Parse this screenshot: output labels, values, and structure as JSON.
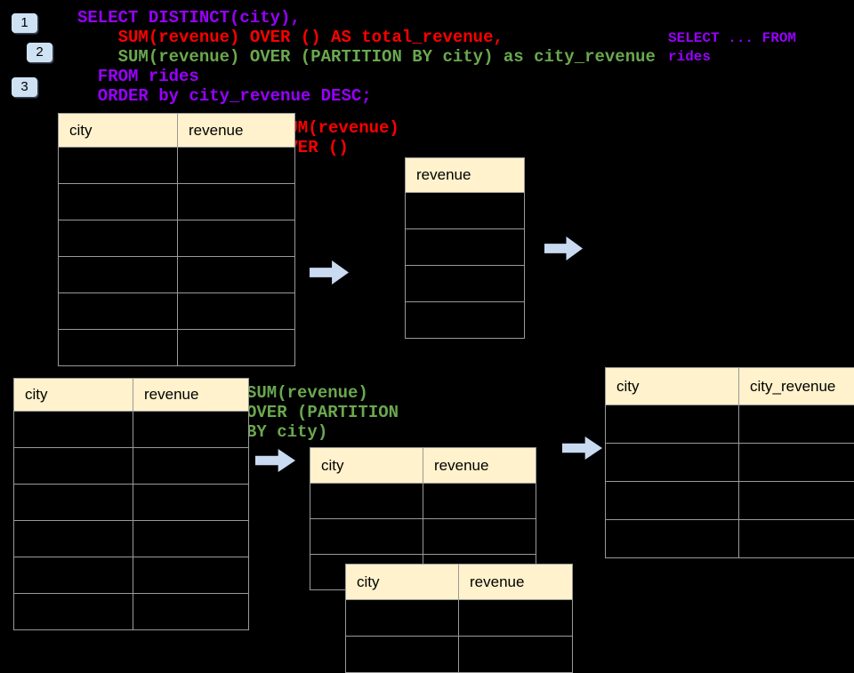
{
  "palette": {
    "background": "#000000",
    "code_purple": "#9900FF",
    "code_red": "#FF0000",
    "code_green": "#6AA84F",
    "table_header_fill": "#FFF2CC",
    "table_border": "#9A9A9A",
    "arrow_blue": "#C9DAF1",
    "badge_blue": "#CFE2F3"
  },
  "step_badges": [
    {
      "label": "1"
    },
    {
      "label": "2"
    },
    {
      "label": "3"
    }
  ],
  "sql_code": {
    "lines": [
      {
        "text": "SELECT DISTINCT(city),",
        "color": "#9900FF"
      },
      {
        "text": "    SUM(revenue) OVER () AS total_revenue,",
        "color": "#FF0000"
      },
      {
        "text": "    SUM(revenue) OVER (PARTITION BY city) as city_revenue",
        "color": "#6AA84F"
      },
      {
        "text": "  FROM rides",
        "color": "#9900FF"
      },
      {
        "text": "  ORDER by city_revenue DESC;",
        "color": "#9900FF"
      }
    ]
  },
  "side_note": {
    "text": "SELECT ... FROM\nrides",
    "color": "#9900FF"
  },
  "annotation_total": {
    "text": "SUM(revenue)\nOVER ()",
    "color": "#FF0000"
  },
  "annotation_partition": {
    "text": "SUM(revenue)\nOVER (PARTITION\nBY city)",
    "color": "#6AA84F"
  },
  "tables": {
    "source_top": {
      "columns": [
        "city",
        "revenue"
      ],
      "empty_row_count": 6
    },
    "total_revenue_result": {
      "columns": [
        "revenue"
      ],
      "empty_row_count": 4
    },
    "source_bottom": {
      "columns": [
        "city",
        "revenue"
      ],
      "empty_row_count": 6
    },
    "partition_step": {
      "columns": [
        "city",
        "revenue"
      ],
      "empty_row_count": 3
    },
    "partition_step_overlay": {
      "columns": [
        "city",
        "revenue"
      ],
      "empty_row_count": 2
    },
    "final_result": {
      "columns": [
        "city",
        "city_revenue"
      ],
      "empty_row_count": 4
    }
  },
  "arrows": {
    "count": 4,
    "direction": "right",
    "color": "#C9DAF1"
  }
}
